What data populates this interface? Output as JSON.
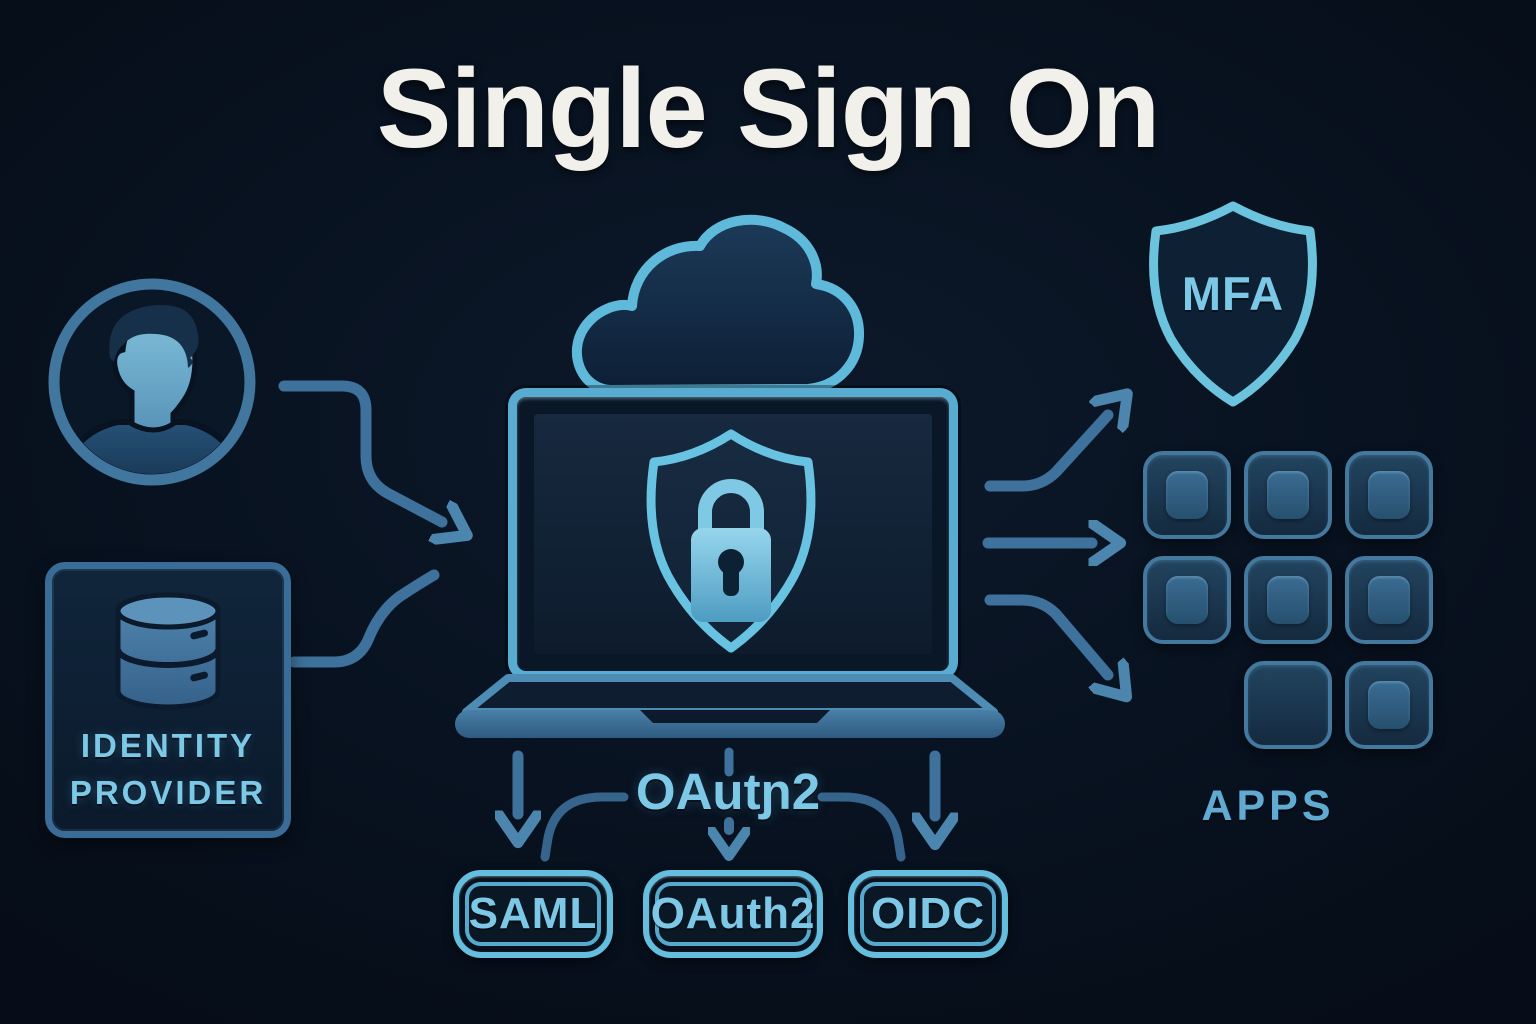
{
  "title": "Single Sign On",
  "left_panel": {
    "user_avatar": {
      "icon": "user-icon"
    },
    "identity_provider": {
      "icon": "database-icon",
      "label_line1": "IDENTITY",
      "label_line2": "PROVIDER"
    }
  },
  "center": {
    "cloud": {
      "icon": "cloud-icon"
    },
    "sso_gateway": {
      "icon": "laptop-shield-lock-icon"
    },
    "oauth_flow_label": "OAutɲ2"
  },
  "right_panel": {
    "mfa_badge": {
      "icon": "shield-icon",
      "label": "MFA"
    },
    "apps": {
      "label": "APPS",
      "grid_tiles": [
        {
          "row": 1,
          "col": 1,
          "has_inner": true
        },
        {
          "row": 1,
          "col": 2,
          "has_inner": true
        },
        {
          "row": 1,
          "col": 3,
          "has_inner": true
        },
        {
          "row": 2,
          "col": 1,
          "has_inner": true
        },
        {
          "row": 2,
          "col": 2,
          "has_inner": true
        },
        {
          "row": 2,
          "col": 3,
          "has_inner": true
        },
        {
          "row": 3,
          "col": 2,
          "has_inner": false
        },
        {
          "row": 3,
          "col": 3,
          "has_inner": true
        }
      ]
    }
  },
  "protocol_boxes": [
    {
      "label": "SAML"
    },
    {
      "label": "OAuth2"
    },
    {
      "label": "OIDC"
    }
  ],
  "colors": {
    "background": "#081220",
    "title_text": "#f2f0ea",
    "cyan_text": "#7cc8e6",
    "cyan_stroke": "#62badd",
    "arrow_steel": "#3e719b",
    "steel_light": "#5290b8",
    "panel_border": "#396c96",
    "face_blue": "#6fb2d3",
    "silhouette_dark": "#1d3d5a",
    "tile_border": "#44799f",
    "laptop_border": "#58acd1",
    "apps_text": "#61abd2",
    "base_steel": "#3e7099"
  }
}
